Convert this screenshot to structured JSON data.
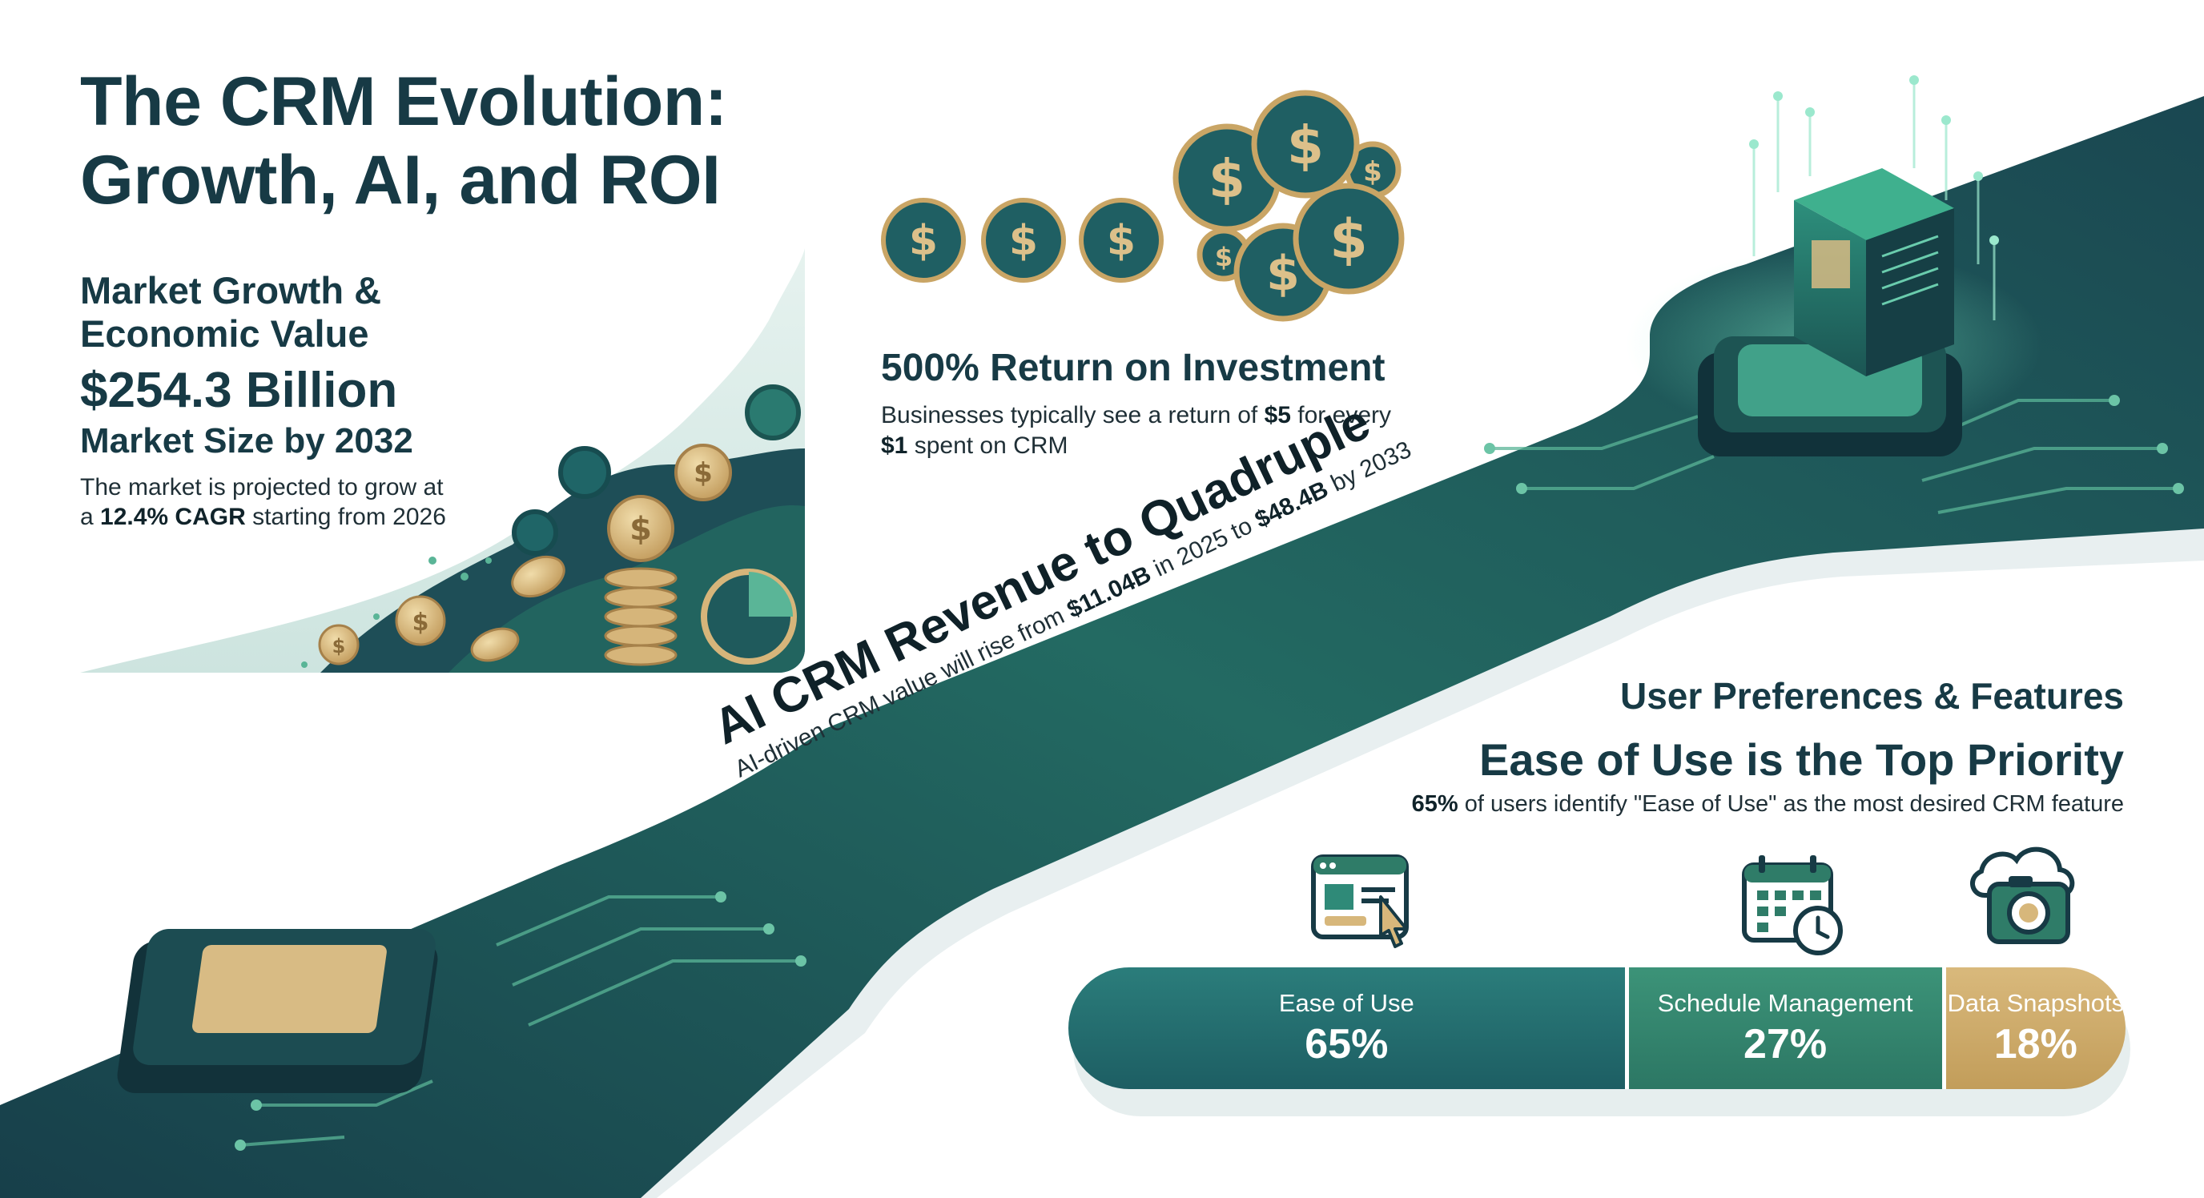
{
  "title": {
    "line1": "The CRM Evolution:",
    "line2": "Growth, AI, and ROI"
  },
  "market": {
    "heading_line1": "Market Growth &",
    "heading_line2": "Economic Value",
    "size_value": "$254.3 Billion",
    "size_label": "Market Size by 2032",
    "body_1": "The market is projected to grow at a ",
    "body_cagr": "12.4% CAGR",
    "body_2": " starting from 2026"
  },
  "roi": {
    "title": "500% Return on Investment",
    "body_1": "Businesses typically see a return of ",
    "body_amount": "$5",
    "body_2": " for every ",
    "body_spend": "$1",
    "body_3": " spent on CRM"
  },
  "ai": {
    "title": "AI CRM Revenue to Quadruple",
    "sub_1": "AI-driven CRM value will rise from ",
    "sub_from": "$11.04B",
    "sub_2": " in 2025 to ",
    "sub_to": "$48.4B",
    "sub_3": " by 2033"
  },
  "preferences": {
    "section_title": "User Preferences & Features",
    "headline": "Ease of Use is the Top Priority",
    "stat_pct": "65%",
    "stat_text": " of users identify \"Ease of Use\" as the most desired CRM feature",
    "features": [
      {
        "label": "Ease of Use",
        "value_text": "65%",
        "value": 65,
        "icon": "browser-pointer-icon",
        "color": "#1f6567"
      },
      {
        "label": "Schedule Management",
        "value_text": "27%",
        "value": 27,
        "icon": "calendar-clock-icon",
        "color": "#2f7c68"
      },
      {
        "label": "Data Snapshots",
        "value_text": "18%",
        "value": 18,
        "icon": "cloud-camera-icon",
        "color": "#c9a565"
      }
    ]
  },
  "colors": {
    "dark_teal": "#173a45",
    "teal": "#1f5f63",
    "green": "#2f7c68",
    "gold": "#c9a565",
    "mint": "#5fe0b6"
  }
}
